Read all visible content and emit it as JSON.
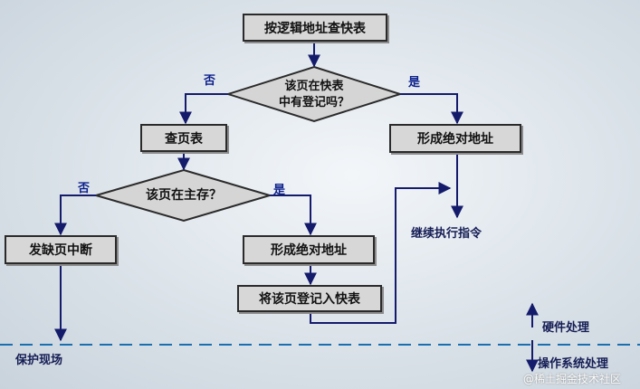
{
  "boxes": {
    "lookup_tlb": "按逻辑地址查快表",
    "form_addr_top": "形成绝对地址",
    "lookup_page_table": "查页表",
    "page_fault": "发缺页中断",
    "form_addr_mid": "形成绝对地址",
    "register_tlb": "将该页登记入快表"
  },
  "decisions": {
    "in_tlb_line1": "该页在快表",
    "in_tlb_line2": "中有登记吗？",
    "in_memory": "该页在主存？"
  },
  "branch_labels": {
    "tlb_no": "否",
    "tlb_yes": "是",
    "mem_no": "否",
    "mem_yes": "是"
  },
  "text_labels": {
    "continue_exec": "继续执行指令",
    "save_context": "保护现场",
    "hardware": "硬件处理",
    "os": "操作系统处理"
  },
  "watermark": "@稀土掘金技术社区",
  "colors": {
    "arrow": "#141b6b",
    "box_fill": "#d7d7d7",
    "dashed_line": "#1a6fb0",
    "label_blue": "#0b1e8a"
  }
}
